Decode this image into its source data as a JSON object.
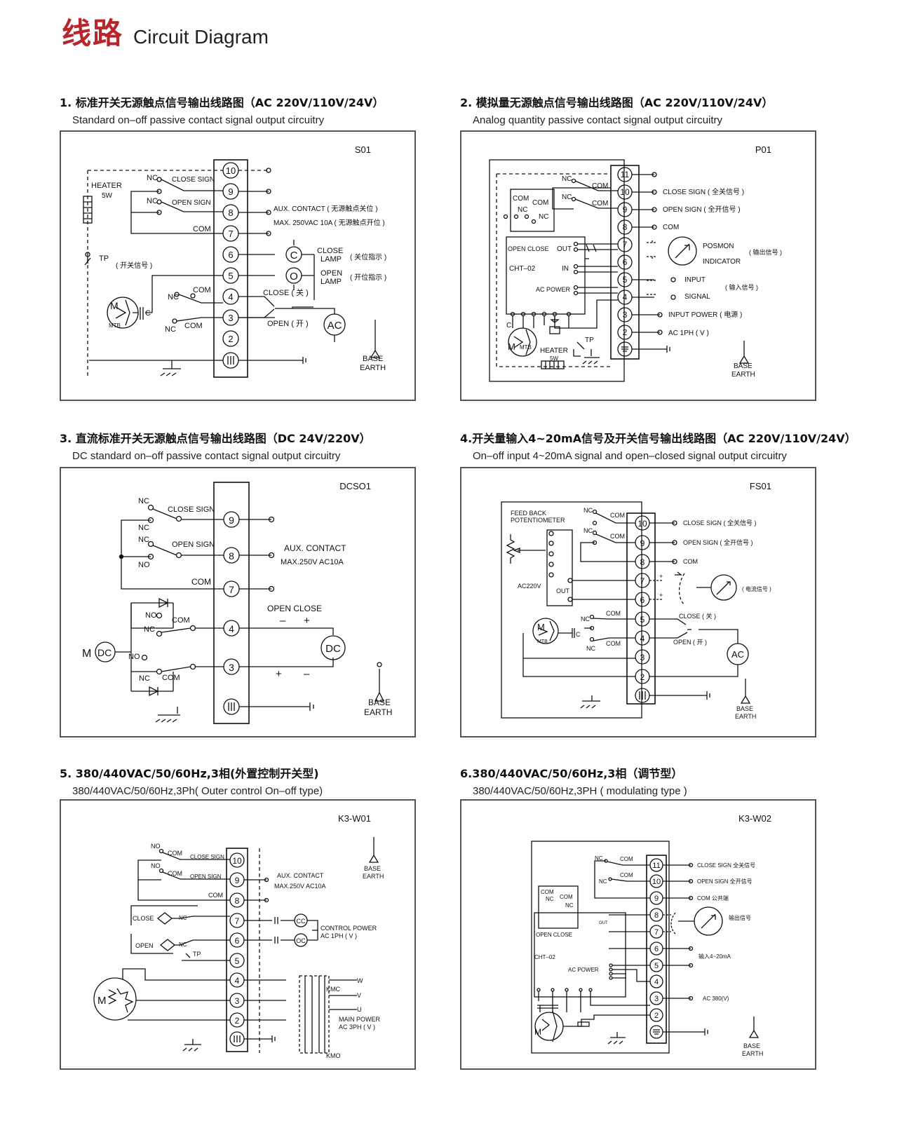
{
  "header": {
    "title_zh": "线路",
    "title_en": "Circuit Diagram"
  },
  "sections": [
    {
      "title_zh": "1. 标准开关无源触点信号输出线路图（AC 220V/110V/24V）",
      "title_en": "Standard on–off passive contact signal output circuitry",
      "code": "S01",
      "terminals": [
        "10",
        "9",
        "8",
        "7",
        "6",
        "5",
        "4",
        "3",
        "2"
      ],
      "labels": {
        "close_sign": "CLOSE SIGN",
        "open_sign": "OPEN SIGN",
        "nc": "NC",
        "com": "COM",
        "heater": "HEATER",
        "heater_w": "5W",
        "tp": "TP",
        "tp_zh": "( 开关信号 )",
        "aux": "AUX. CONTACT ( 无源触点关位 )",
        "max": "MAX. 250VAC 10A ( 无源触点开位 )",
        "close_lamp_1": "CLOSE",
        "close_lamp_2": "LAMP",
        "close_lamp_zh": "( 关位指示 )",
        "open_lamp_1": "OPEN",
        "open_lamp_2": "LAMP",
        "open_lamp_zh": "( 开位指示 )",
        "close_zh": "CLOSE ( 关 )",
        "open_zh": "OPEN ( 开 )",
        "ac": "AC",
        "m": "M",
        "mtb": "MTB",
        "c": "C",
        "base": "BASE",
        "earth": "EARTH"
      }
    },
    {
      "title_zh": "2. 模拟量无源触点信号输出线路图（AC 220V/110V/24V）",
      "title_en": "Analog quantity passive contact signal output circuitry",
      "code": "P01",
      "terminals": [
        "11",
        "10",
        "9",
        "8",
        "7",
        "6",
        "5",
        "4",
        "3",
        "2"
      ],
      "labels": {
        "close_sign": "CLOSE SIGN ( 全关信号 )",
        "open_sign": "OPEN SIGN ( 全开信号 )",
        "com": "COM",
        "posmon": "POSMON",
        "indicator": "INDICATOR",
        "out_zh": "( 输出信号 )",
        "input": "INPUT",
        "signal": "SIGNAL",
        "in_zh": "( 输入信号 )",
        "input_power": "INPUT POWER ( 电源 )",
        "ac1ph": "AC 1PH ( V )",
        "nc": "NC",
        "open_close": "OPEN CLOSE",
        "out": "OUT",
        "cht": "CHT–02",
        "in": "IN",
        "ac_power": "AC POWER",
        "heater": "HEATER",
        "heater_w": "5W",
        "tp": "TP",
        "m": "M",
        "mtb": "MTB",
        "c": "C",
        "base": "BASE",
        "earth": "EARTH"
      }
    },
    {
      "title_zh": "3. 直流标准开关无源触点信号输出线路图（DC 24V/220V）",
      "title_en": "DC standard on–off passive contact signal output circuitry",
      "code": "DCSO1",
      "terminals": [
        "9",
        "8",
        "7",
        "4",
        "3"
      ],
      "labels": {
        "close_sign": "CLOSE SIGN",
        "open_sign": "OPEN SIGN",
        "nc": "NC",
        "no": "NO",
        "com": "COM",
        "aux": "AUX. CONTACT",
        "max": "MAX.250V AC10A",
        "open_close": "OPEN CLOSE",
        "minus": "–",
        "plus": "+",
        "dc": "DC",
        "m": "M",
        "base": "BASE",
        "earth": "EARTH"
      }
    },
    {
      "title_zh": "4.开关量输入4~20mA信号及开关信号输出线路图（AC 220V/110V/24V）",
      "title_en": "On–off input 4~20mA signal and open–closed signal output circuitry",
      "code": "FS01",
      "terminals": [
        "10",
        "9",
        "8",
        "7",
        "6",
        "5",
        "4",
        "3",
        "2"
      ],
      "labels": {
        "feedback_1": "FEED BACK",
        "feedback_2": "POTENTIOMETER",
        "nc": "NC",
        "com": "COM",
        "close_sign": "CLOSE SIGN ( 全关信号 )",
        "open_sign": "OPEN SIGN ( 全开信号 )",
        "out_zh": "( 电流信号 )",
        "ac220": "AC220V",
        "out": "OUT",
        "close_zh": "CLOSE ( 关 )",
        "open_zh": "OPEN ( 开 )",
        "ac": "AC",
        "m": "M",
        "mtb": "MTB",
        "c": "C",
        "base": "BASE",
        "earth": "EARTH"
      }
    },
    {
      "title_zh": "5. 380/440VAC/50/60Hz,3相(外置控制开关型)",
      "title_en": "380/440VAC/50/60Hz,3Ph( Outer control On–off type)",
      "code": "K3-W01",
      "terminals": [
        "10",
        "9",
        "8",
        "7",
        "6",
        "5",
        "4",
        "3",
        "2"
      ],
      "labels": {
        "no": "NO",
        "com": "COM",
        "close_sign": "CLOSE SIGN",
        "open_sign": "OPEN SIGN",
        "aux": "AUX. CONTACT",
        "max": "MAX.250V AC10A",
        "close": "CLOSE",
        "open": "OPEN",
        "nc": "NC",
        "tp": "TP",
        "cc": "CC",
        "oc": "OC",
        "control_1": "CONTROL POWER",
        "control_2": "AC 1PH ( V )",
        "kmc": "KMC",
        "kmo": "KMO",
        "w": "W",
        "v": "V",
        "u": "U",
        "main_1": "MAIN POWER",
        "main_2": "AC 3PH ( V )",
        "m": "M",
        "base": "BASE",
        "earth": "EARTH"
      }
    },
    {
      "title_zh": "6.380/440VAC/50/60Hz,3相（调节型）",
      "title_en": "380/440VAC/50/60Hz,3PH ( modulating type )",
      "code": "K3-W02",
      "terminals": [
        "11",
        "10",
        "9",
        "8",
        "7",
        "6",
        "5",
        "4",
        "3",
        "2"
      ],
      "labels": {
        "nc": "NC",
        "com": "COM",
        "close_sign": "CLOSE SIGN 全关信号",
        "open_sign": "OPEN SIGN 全开信号",
        "com_zh": "COM 公共端",
        "out_zh": "输出信号",
        "in_zh": "输入4~20mA",
        "ac380": "AC 380(V)",
        "open_close": "OPEN CLOSE",
        "cht": "CHT–02",
        "out": "OUT",
        "ac_power": "AC POWER",
        "m": "M",
        "base": "BASE",
        "earth": "EARTH"
      }
    }
  ]
}
